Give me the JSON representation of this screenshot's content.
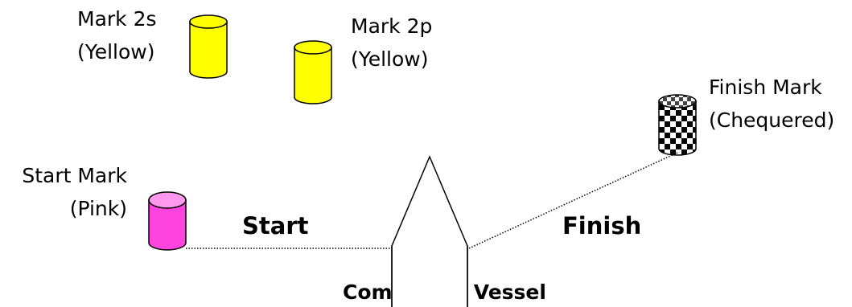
{
  "marks": {
    "mark_2s": {
      "line1": "Mark 2s",
      "line2": "(Yellow)",
      "color": "#ffff00"
    },
    "mark_2p": {
      "line1": "Mark 2p",
      "line2": "(Yellow)",
      "color": "#ffff00"
    },
    "finish_mark": {
      "line1": "Finish Mark",
      "line2": "(Chequered)"
    },
    "start_mark": {
      "line1": "Start Mark",
      "line2": "(Pink)",
      "color": "#ff44dd"
    }
  },
  "lines": {
    "start_label": "Start",
    "finish_label": "Finish"
  },
  "committee_vessel": {
    "label": "Committee Vessel"
  }
}
